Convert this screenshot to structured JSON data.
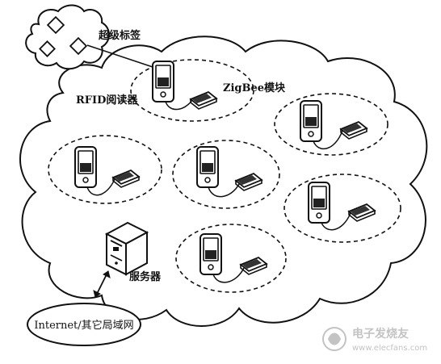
{
  "labels": {
    "super_tag": "超级标签",
    "rfid_reader": "RFID阅读器",
    "zigbee_module": "ZigBee模块",
    "server": "服务器",
    "internet": "Internet/其它局域网"
  },
  "watermark": {
    "cn": "电子发烧友",
    "url": "www.elecfans.com"
  },
  "node_count": 6,
  "colors": {
    "line": "#1a1a1a",
    "background": "#ffffff",
    "watermark": "#bdbdbd"
  }
}
